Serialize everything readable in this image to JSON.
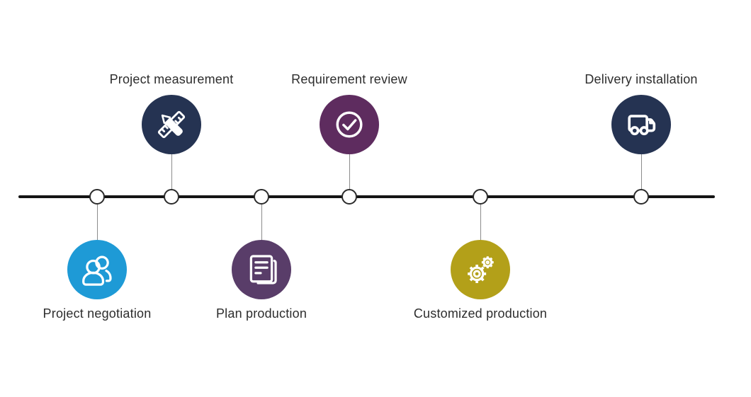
{
  "page": {
    "background_color": "#ffffff",
    "timeline_line_color": "#141414",
    "connector_color": "#8c8c8c",
    "node_dot_fill": "#ffffff",
    "node_dot_border": "#2b2b2b",
    "label_text_color": "#2d2d2d"
  },
  "steps": [
    {
      "label": "Project negotiation",
      "side": "below",
      "icon": "people-icon",
      "color": "#1e9ad6"
    },
    {
      "label": "Project measurement",
      "side": "above",
      "icon": "ruler-pencil-icon",
      "color": "#253352"
    },
    {
      "label": "Plan production",
      "side": "below",
      "icon": "document-icon",
      "color": "#593d69"
    },
    {
      "label": "Requirement review",
      "side": "above",
      "icon": "check-icon",
      "color": "#5e2c5f"
    },
    {
      "label": "Customized production",
      "side": "below",
      "icon": "gears-icon",
      "color": "#b3a019"
    },
    {
      "label": "Delivery installation",
      "side": "above",
      "icon": "truck-icon",
      "color": "#253352"
    }
  ]
}
